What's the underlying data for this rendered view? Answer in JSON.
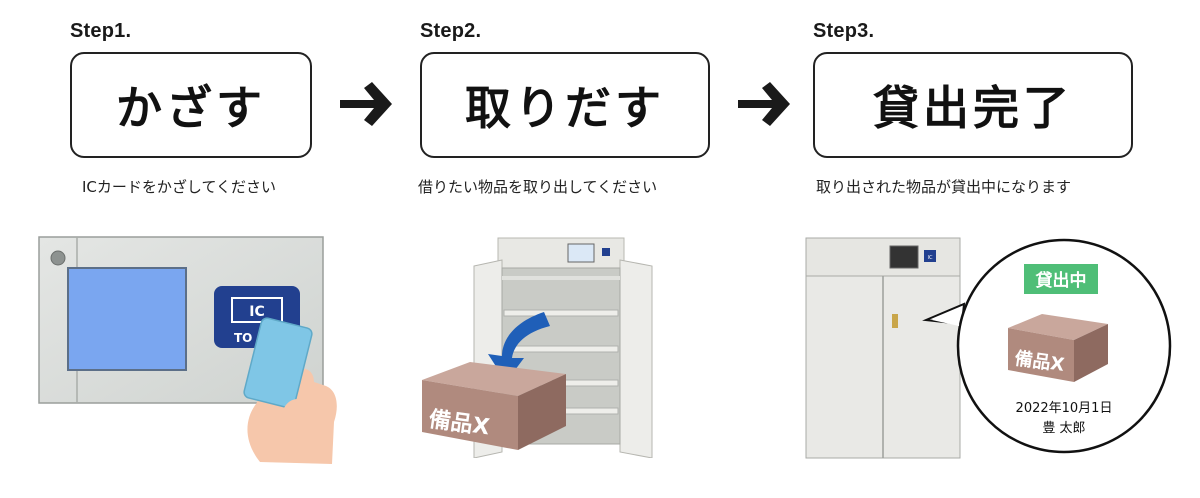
{
  "steps": [
    {
      "label": "Step1.",
      "title": "かざす",
      "caption": "ICカードをかざしてください"
    },
    {
      "label": "Step2.",
      "title": "取りだす",
      "caption": "借りたい物品を取り出してください"
    },
    {
      "label": "Step3.",
      "title": "貸出完了",
      "caption": "取り出された物品が貸出中になります"
    }
  ],
  "reader": {
    "ic_label": "IC",
    "ic_sub": "TO"
  },
  "item_name": "備品X",
  "loan": {
    "badge": "貸出中",
    "date": "2022年10月1日",
    "borrower": "豊 太郎"
  },
  "cabinet_ic_label": "IC",
  "colors": {
    "box": "#b08a7e",
    "box_dark": "#8e6a60",
    "box_top": "#c9a79c",
    "arrow_blue": "#1f5fb8",
    "badge_green": "#4fbe77",
    "screen_blue": "#7aa6f0",
    "ic_panel": "#22408f",
    "card": "#7fc6e6",
    "hand": "#f6c7ab"
  }
}
